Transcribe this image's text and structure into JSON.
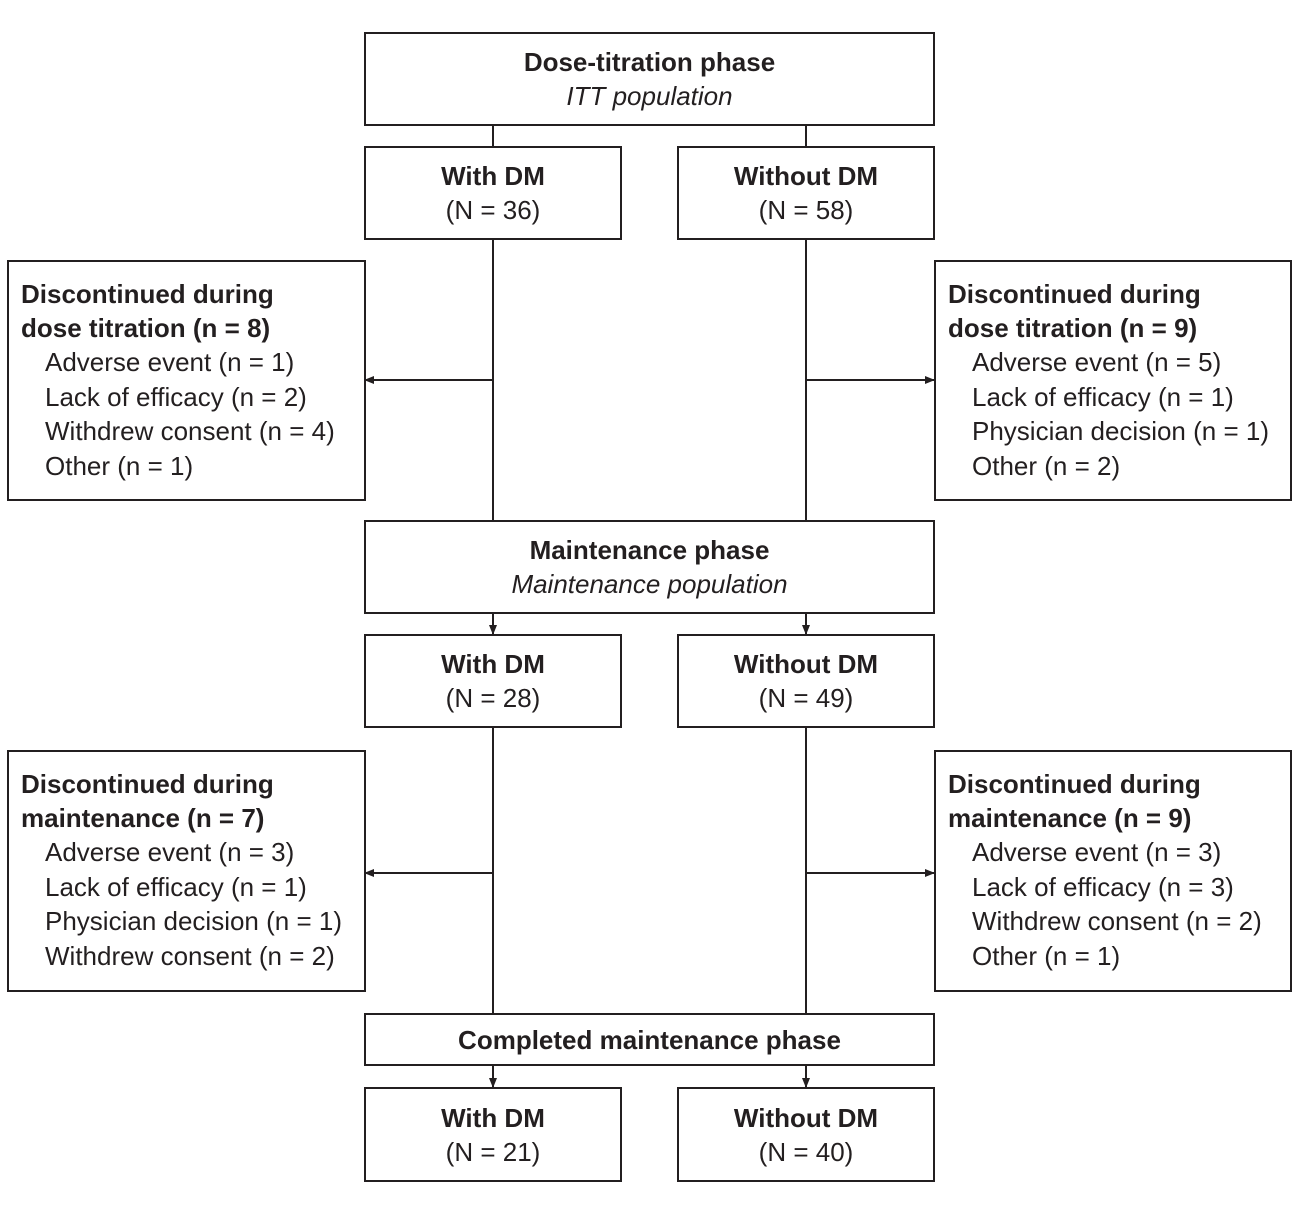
{
  "titration": {
    "title": "Dose-titration phase",
    "subtitle": "ITT population",
    "with_dm": {
      "label": "With DM",
      "n": "(N = 36)"
    },
    "without_dm": {
      "label": "Without DM",
      "n": "(N = 58)"
    },
    "disc_left": {
      "line1": "Discontinued during",
      "line2": "dose titration (n = 8)",
      "items": [
        "Adverse event (n = 1)",
        "Lack of efficacy (n = 2)",
        "Withdrew consent (n = 4)",
        "Other (n = 1)"
      ]
    },
    "disc_right": {
      "line1": "Discontinued during",
      "line2": "dose titration (n = 9)",
      "items": [
        "Adverse event (n = 5)",
        "Lack of efficacy (n = 1)",
        "Physician decision (n = 1)",
        "Other (n = 2)"
      ]
    }
  },
  "maintenance": {
    "title": "Maintenance phase",
    "subtitle": "Maintenance population",
    "with_dm": {
      "label": "With DM",
      "n": "(N = 28)"
    },
    "without_dm": {
      "label": "Without DM",
      "n": "(N = 49)"
    },
    "disc_left": {
      "line1": "Discontinued during",
      "line2": "maintenance (n = 7)",
      "items": [
        "Adverse event (n = 3)",
        "Lack of efficacy (n = 1)",
        "Physician decision (n = 1)",
        "Withdrew consent (n = 2)"
      ]
    },
    "disc_right": {
      "line1": "Discontinued during",
      "line2": "maintenance (n = 9)",
      "items": [
        "Adverse event (n = 3)",
        "Lack of efficacy (n = 3)",
        "Withdrew consent (n = 2)",
        "Other (n = 1)"
      ]
    }
  },
  "completed": {
    "title": "Completed maintenance phase",
    "with_dm": {
      "label": "With DM",
      "n": "(N = 21)"
    },
    "without_dm": {
      "label": "Without DM",
      "n": "(N = 40)"
    }
  }
}
